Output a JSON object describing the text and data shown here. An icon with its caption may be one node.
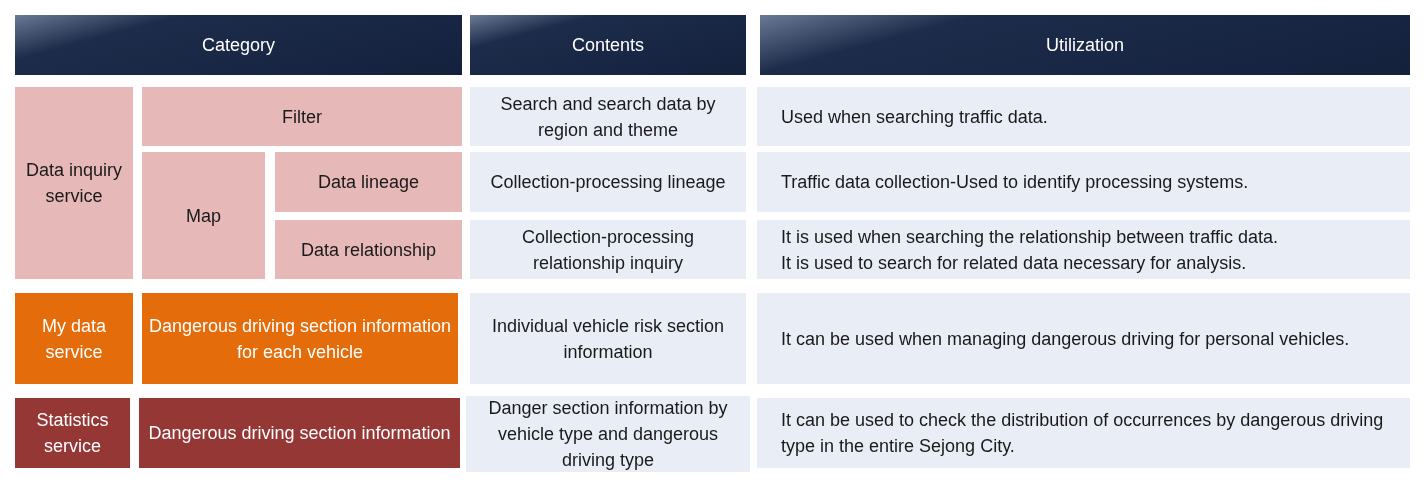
{
  "diagram": {
    "nodes": [
      {
        "text": [
          "Category"
        ]
      },
      {
        "text": [
          "Contents"
        ]
      },
      {
        "text": [
          "Utilization"
        ]
      },
      {
        "text": [
          "Data inquiry service"
        ]
      },
      {
        "text": [
          "Filter"
        ]
      },
      {
        "text": [
          "Search and search data by region and theme"
        ]
      },
      {
        "text": [
          "Used when searching traffic data."
        ]
      },
      {
        "text": [
          "Map"
        ]
      },
      {
        "text": [
          "Data lineage"
        ]
      },
      {
        "text": [
          "Collection-processing lineage"
        ]
      },
      {
        "text": [
          "Traffic data collection-Used to identify processing systems."
        ]
      },
      {
        "text": [
          "Data relationship"
        ]
      },
      {
        "text": [
          "Collection-processing relationship inquiry"
        ]
      },
      {
        "text": [
          "It is used when searching the relationship between traffic data.",
          "It is used to search for related data necessary for analysis."
        ]
      },
      {
        "text": [
          "My data service"
        ]
      },
      {
        "text": [
          "Dangerous driving section information for each vehicle"
        ]
      },
      {
        "text": [
          "Individual vehicle risk section information"
        ]
      },
      {
        "text": [
          "It can be used when managing dangerous driving for personal vehicles."
        ]
      },
      {
        "text": [
          "Statistics service"
        ]
      },
      {
        "text": [
          "Dangerous driving section information"
        ]
      },
      {
        "text": [
          "Danger section information by vehicle type and dangerous driving type"
        ]
      },
      {
        "text": [
          "It can be used to check the distribution of occurrences by dangerous driving type in the entire Sejong City."
        ]
      }
    ]
  }
}
